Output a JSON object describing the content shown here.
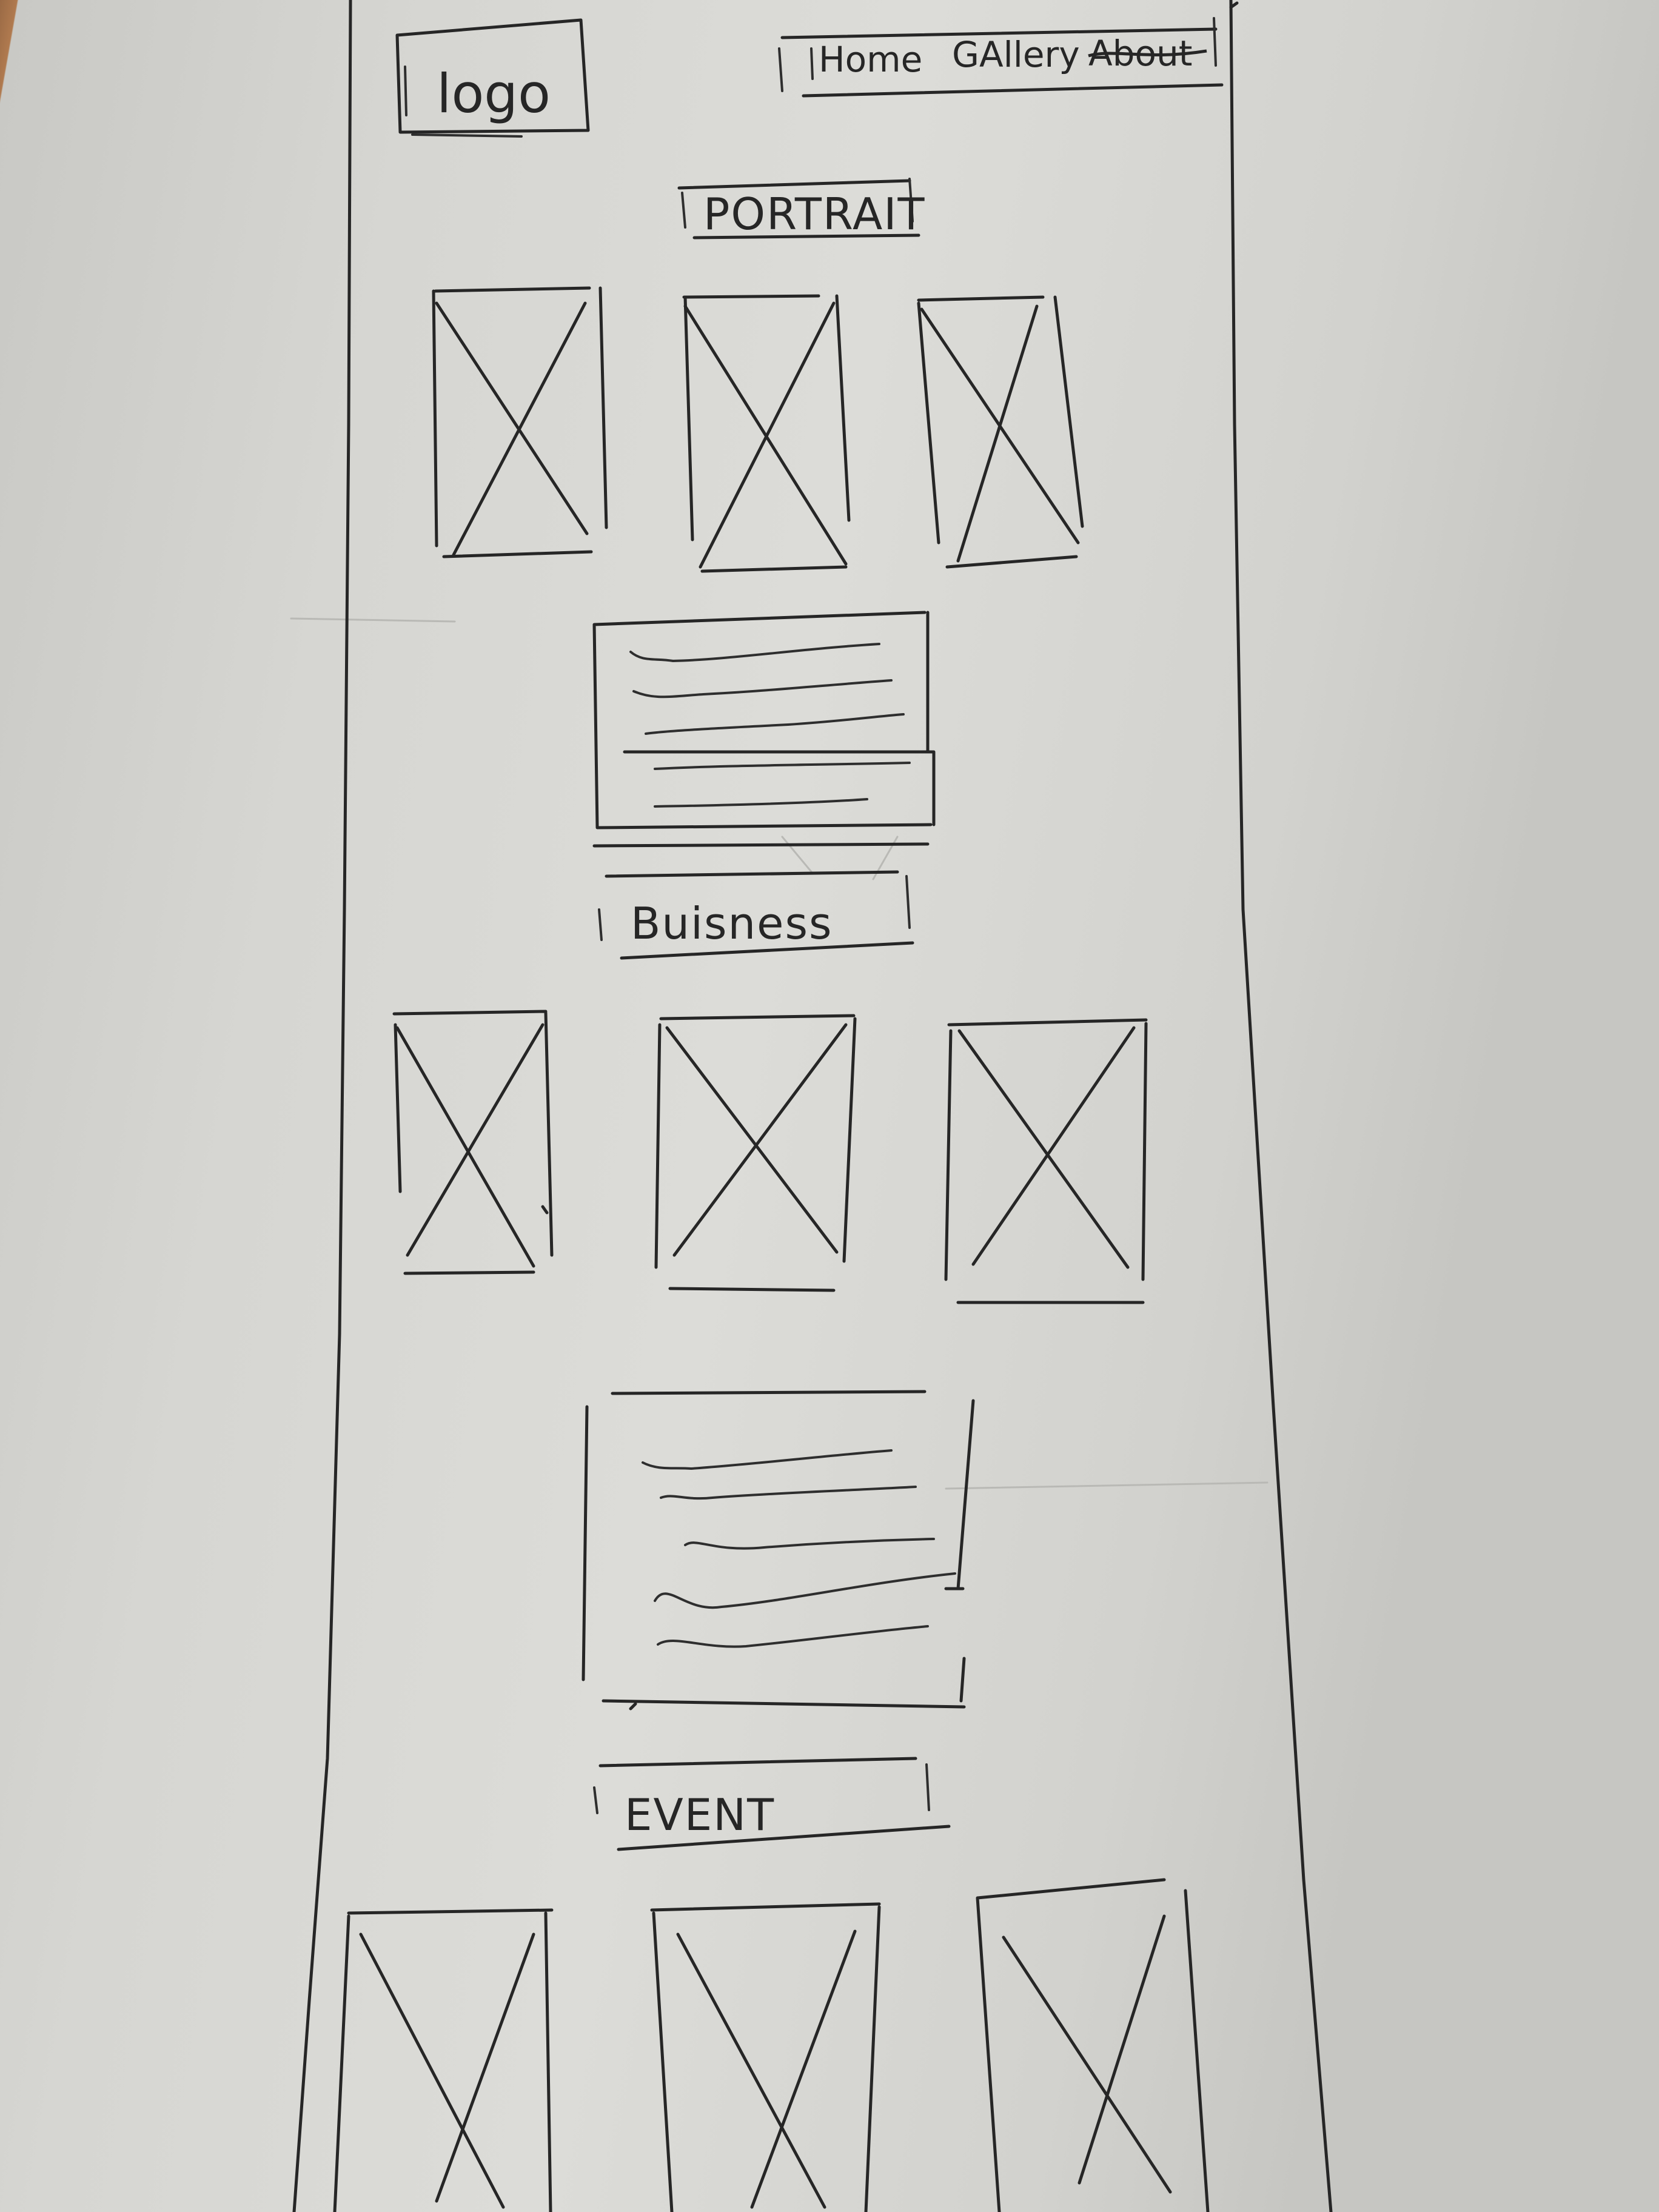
{
  "header": {
    "logo_label": "logo",
    "nav": [
      "Home",
      "GAllery",
      "About"
    ]
  },
  "sections": [
    {
      "title": "PORTRAIT"
    },
    {
      "title": "Buisness"
    },
    {
      "title": "EVENT"
    }
  ]
}
